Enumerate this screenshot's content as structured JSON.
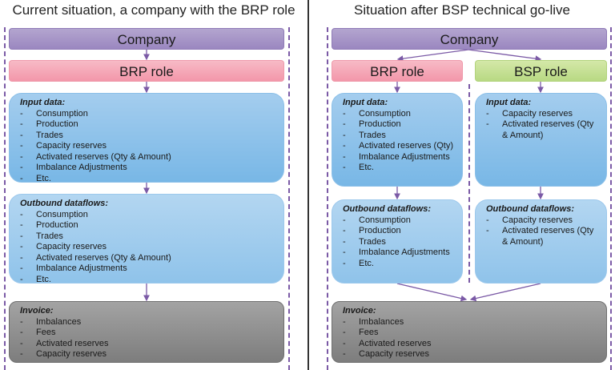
{
  "left": {
    "title": "Current situation, a company with the BRP role",
    "company": "Company",
    "brp": "BRP role",
    "input": {
      "heading": "Input data:",
      "items": [
        "Consumption",
        "Production",
        "Trades",
        "Capacity reserves",
        "Activated reserves (Qty & Amount)",
        "Imbalance Adjustments",
        "Etc."
      ]
    },
    "outbound": {
      "heading": "Outbound dataflows:",
      "items": [
        "Consumption",
        "Production",
        "Trades",
        "Capacity reserves",
        "Activated reserves (Qty & Amount)",
        "Imbalance Adjustments",
        "Etc."
      ]
    },
    "invoice": {
      "heading": "Invoice:",
      "items": [
        "Imbalances",
        "Fees",
        "Activated reserves",
        "Capacity reserves"
      ]
    }
  },
  "right": {
    "title": "Situation after BSP technical go-live",
    "company": "Company",
    "brp": "BRP role",
    "bsp": "BSP role",
    "brp_input": {
      "heading": "Input data:",
      "items": [
        "Consumption",
        "Production",
        "Trades",
        "Activated reserves (Qty)",
        "Imbalance Adjustments",
        "Etc."
      ]
    },
    "bsp_input": {
      "heading": "Input data:",
      "items": [
        "Capacity reserves",
        "Activated reserves (Qty & Amount)"
      ]
    },
    "brp_outbound": {
      "heading": "Outbound dataflows:",
      "items": [
        "Consumption",
        "Production",
        "Trades",
        "Imbalance Adjustments",
        "Etc."
      ]
    },
    "bsp_outbound": {
      "heading": "Outbound dataflows:",
      "items": [
        "Capacity reserves",
        "Activated reserves (Qty & Amount)"
      ]
    },
    "invoice": {
      "heading": "Invoice:",
      "items": [
        "Imbalances",
        "Fees",
        "Activated reserves",
        "Capacity reserves"
      ]
    }
  },
  "colors": {
    "arrow": "#7b5aa6",
    "company": "#a796c8",
    "brp_role": "#f4a6b6",
    "bsp_role": "#c2de92",
    "data_box": "#8cc0e8",
    "invoice_box": "#8a8a8a"
  }
}
